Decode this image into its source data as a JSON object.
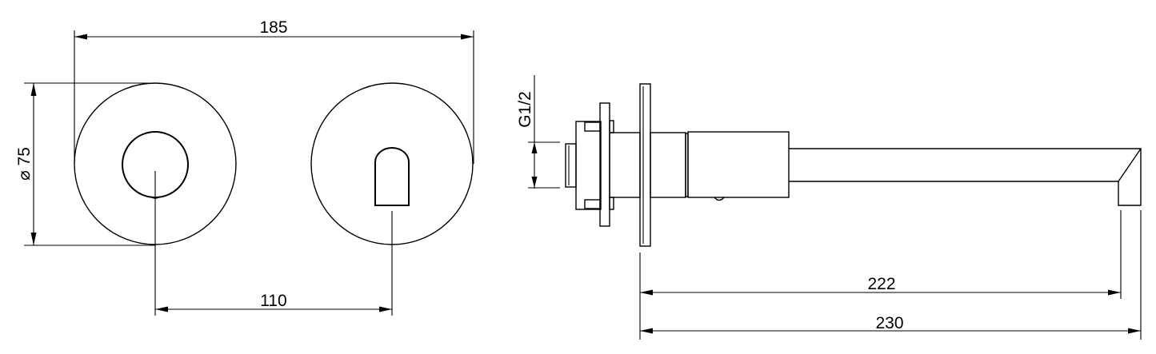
{
  "drawing": {
    "title": "Wall-mounted basin mixer dimension drawing",
    "colors": {
      "line": "#000000",
      "background": "#ffffff"
    }
  },
  "front_view": {
    "dimensions": {
      "overall_width": {
        "label": "185",
        "unit": "mm"
      },
      "rosette_diameter": {
        "label": "⌀ 75",
        "symbol": "⌀",
        "value": "75",
        "unit": "mm"
      },
      "center_distance": {
        "label": "110",
        "unit": "mm"
      }
    },
    "parts": [
      "handle-rosette",
      "handle-knob",
      "spout-rosette",
      "spout-outlet"
    ]
  },
  "side_view": {
    "dimensions": {
      "connection_thread": {
        "label": "G1/2"
      },
      "projection_to_outlet": {
        "label": "222",
        "unit": "mm"
      },
      "overall_projection": {
        "label": "230",
        "unit": "mm"
      }
    },
    "parts": [
      "thread-connector",
      "mounting-box",
      "wall-flange",
      "cover-plate",
      "body-cylinder",
      "spout-pipe",
      "spout-tip"
    ]
  }
}
